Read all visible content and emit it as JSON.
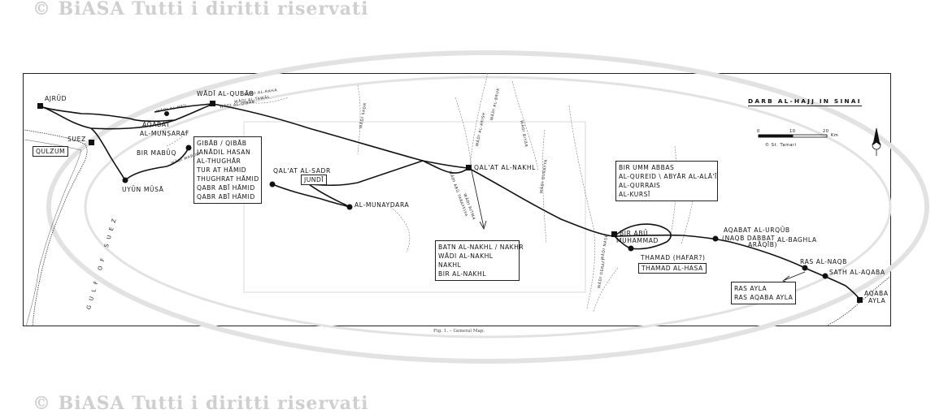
{
  "watermark": {
    "top": "© BiASA Tutti i diritti riservati",
    "bottom": "© BiASA Tutti i diritti riservati"
  },
  "map": {
    "title": "DARB AL-HAJJ IN SINAI",
    "scale": {
      "ticks": [
        "0",
        "10",
        "20"
      ],
      "unit": "Km"
    },
    "credit": "© St. Tamari",
    "caption": "Fig. 1. – General Map.",
    "places": {
      "ajrud": "AJRŪD",
      "suez": "SUEZ",
      "qulzum": "QULZUM",
      "uyun_musa": "UYŪN MŪSĀ",
      "bir_mabuq": "BIR MABŪQ",
      "aqabat_munsaraf": [
        "AQABAT",
        "AL-MUNṢARAF"
      ],
      "wadi_qubab": "WĀDĪ AL-QUBĀB",
      "qalat_sadr": "QAL'AT AL-SADR",
      "jundi": "JUNDĪ",
      "munaydara": "AL-MUNAYDARA",
      "qalat_nakhl": "QAL'AT AL-NAKHL",
      "bir_abu_muhammad": [
        "BIR ABŪ",
        "MUHAMMAD"
      ],
      "thamad": "THAMAD (HAFAR?)",
      "thamad_hasa": "THAMAD AL-HASA",
      "aqabat_urqub": "AQABAT AL-URQŪB",
      "naqb_dabbat": [
        "(NAQB DABBAT",
        "ARĀQĪB)"
      ],
      "baghla": "AL-BAGHLA",
      "ras_naqb": "RAS AL-NAQB",
      "sath_aqaba": "SATH AL-AQABA",
      "aqaba": [
        "AQABA",
        "AYLA"
      ],
      "gulf_of_suez": "GULF OF SUEZ"
    },
    "wadis": {
      "hajj": "WĀDI AL-HAJJ",
      "qibab": "WĀDI AL-QIBĀB",
      "tawal": "WĀDI AL-TAWĀL",
      "raha": "WĀDI AL-RAHA",
      "mabuq": "WĀDI MABŪQ",
      "sadr": "WĀDI SADR",
      "arish": "WĀDI AL-ARISH",
      "bruk": "WĀDI AL-BRUK",
      "biyar": "WĀDI BIYĀR",
      "qurayya": "WĀDI QURAYYA",
      "ritma": "WĀDI RITMA",
      "gerafi": "WĀDI GERAFI",
      "abu_tarayfiya": "WĀDI ABŪ TARAYFIYA",
      "nasb": "WĀDI NASB"
    },
    "boxes": {
      "gibab": [
        "GIBĀB / QIBĀB",
        "JANĀDIL HASAN",
        "AL-THUGHĀR",
        "TUR AT HĀMID",
        "THUGHRAT HĀMID",
        "QABR ABĪ HĀMID",
        "QABR ABĪ HĀMID"
      ],
      "batn": [
        "BATN AL-NAKHL / NAKHR",
        "WĀDI AL-NAKHL",
        "NAKHL",
        "BIR AL-NAKHL"
      ],
      "umm_abbas": [
        "BIR UMM ABBAS",
        "AL-QUREID \\ ABYĀR AL-ALĀ'Ī",
        "AL-QURRAIS",
        "AL-KURSĪ"
      ],
      "ras_ayla": [
        "RAS AYLA",
        "RAS AQABA AYLA"
      ]
    }
  }
}
